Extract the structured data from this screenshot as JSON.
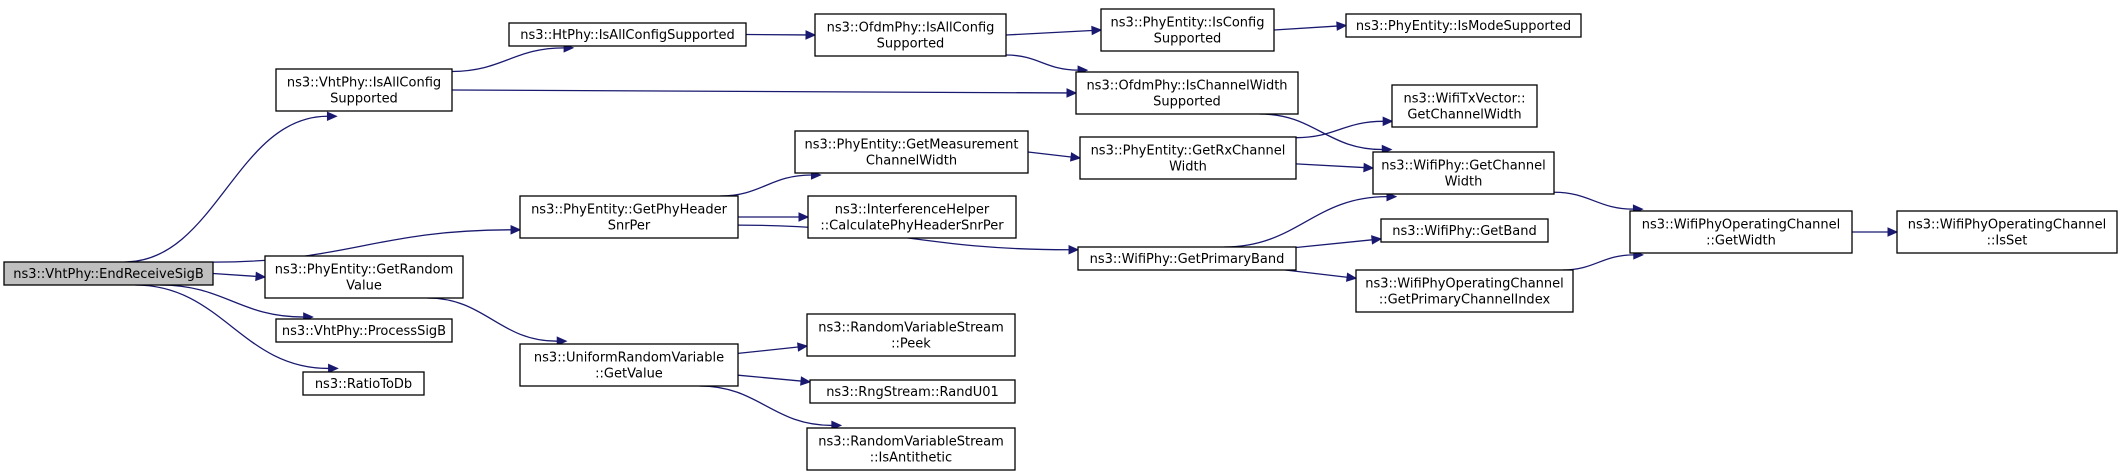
{
  "diagram": {
    "nodes": [
      {
        "id": "n0",
        "lines": [
          "ns3::VhtPhy::EndReceiveSigB"
        ],
        "root": true
      },
      {
        "id": "n1",
        "lines": [
          "ns3::VhtPhy::IsAllConfig",
          "Supported"
        ]
      },
      {
        "id": "n2",
        "lines": [
          "ns3::PhyEntity::GetPhyHeader",
          "SnrPer"
        ]
      },
      {
        "id": "n3",
        "lines": [
          "ns3::PhyEntity::GetRandom",
          "Value"
        ]
      },
      {
        "id": "n4",
        "lines": [
          "ns3::VhtPhy::ProcessSigB"
        ]
      },
      {
        "id": "n5",
        "lines": [
          "ns3::RatioToDb"
        ]
      },
      {
        "id": "n6",
        "lines": [
          "ns3::HtPhy::IsAllConfigSupported"
        ]
      },
      {
        "id": "n7",
        "lines": [
          "ns3::OfdmPhy::IsChannelWidth",
          "Supported"
        ]
      },
      {
        "id": "n8",
        "lines": [
          "ns3::OfdmPhy::IsAllConfig",
          "Supported"
        ]
      },
      {
        "id": "n9",
        "lines": [
          "ns3::PhyEntity::IsConfig",
          "Supported"
        ]
      },
      {
        "id": "n10",
        "lines": [
          "ns3::PhyEntity::IsModeSupported"
        ]
      },
      {
        "id": "n11",
        "lines": [
          "ns3::WifiPhy::GetChannel",
          "Width"
        ]
      },
      {
        "id": "n12",
        "lines": [
          "ns3::WifiPhyOperatingChannel",
          "::GetWidth"
        ]
      },
      {
        "id": "n13",
        "lines": [
          "ns3::WifiPhyOperatingChannel",
          "::IsSet"
        ]
      },
      {
        "id": "n14",
        "lines": [
          "ns3::PhyEntity::GetMeasurement",
          "ChannelWidth"
        ]
      },
      {
        "id": "n15",
        "lines": [
          "ns3::PhyEntity::GetRxChannel",
          "Width"
        ]
      },
      {
        "id": "n16",
        "lines": [
          "ns3::WifiTxVector::",
          "GetChannelWidth"
        ]
      },
      {
        "id": "n17",
        "lines": [
          "ns3::InterferenceHelper",
          "::CalculatePhyHeaderSnrPer"
        ]
      },
      {
        "id": "n18",
        "lines": [
          "ns3::WifiPhy::GetPrimaryBand"
        ]
      },
      {
        "id": "n19",
        "lines": [
          "ns3::WifiPhy::GetBand"
        ]
      },
      {
        "id": "n20",
        "lines": [
          "ns3::WifiPhyOperatingChannel",
          "::GetPrimaryChannelIndex"
        ]
      },
      {
        "id": "n21",
        "lines": [
          "ns3::UniformRandomVariable",
          "::GetValue"
        ]
      },
      {
        "id": "n22",
        "lines": [
          "ns3::RandomVariableStream",
          "::Peek"
        ]
      },
      {
        "id": "n23",
        "lines": [
          "ns3::RngStream::RandU01"
        ]
      },
      {
        "id": "n24",
        "lines": [
          "ns3::RandomVariableStream",
          "::IsAntithetic"
        ]
      }
    ],
    "edges": [
      [
        "n0",
        "n1"
      ],
      [
        "n0",
        "n2"
      ],
      [
        "n0",
        "n3"
      ],
      [
        "n0",
        "n4"
      ],
      [
        "n0",
        "n5"
      ],
      [
        "n1",
        "n6"
      ],
      [
        "n1",
        "n7"
      ],
      [
        "n6",
        "n8"
      ],
      [
        "n8",
        "n9"
      ],
      [
        "n8",
        "n7"
      ],
      [
        "n9",
        "n10"
      ],
      [
        "n7",
        "n11"
      ],
      [
        "n11",
        "n12"
      ],
      [
        "n12",
        "n13"
      ],
      [
        "n2",
        "n14"
      ],
      [
        "n2",
        "n17"
      ],
      [
        "n2",
        "n18"
      ],
      [
        "n14",
        "n15"
      ],
      [
        "n15",
        "n16"
      ],
      [
        "n15",
        "n11"
      ],
      [
        "n18",
        "n11"
      ],
      [
        "n18",
        "n19"
      ],
      [
        "n18",
        "n20"
      ],
      [
        "n20",
        "n12"
      ],
      [
        "n3",
        "n21"
      ],
      [
        "n21",
        "n22"
      ],
      [
        "n21",
        "n23"
      ],
      [
        "n21",
        "n24"
      ]
    ]
  }
}
